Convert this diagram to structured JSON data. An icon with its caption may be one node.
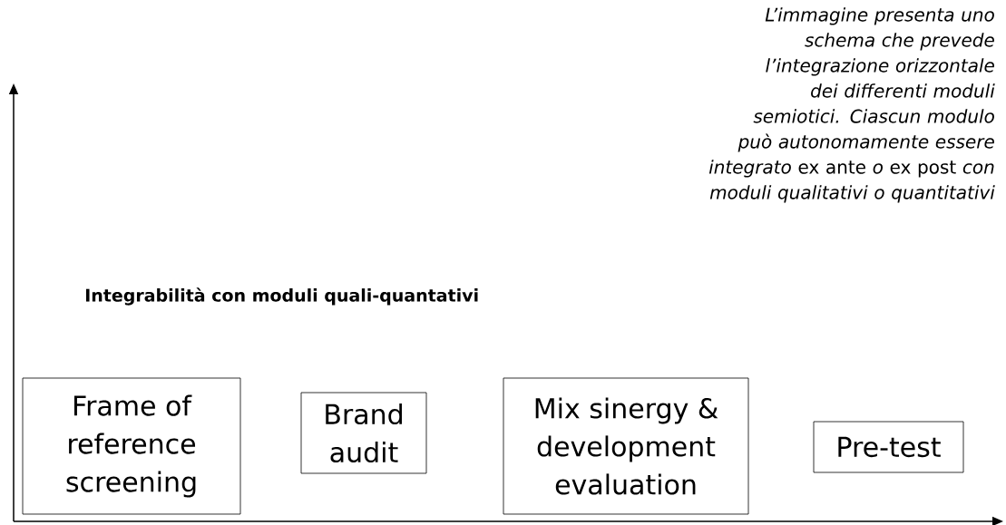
{
  "diagram": {
    "title": "Integrabilità con moduli quali-quantativi",
    "nodes": [
      {
        "text": [
          "Frame of reference screening"
        ]
      },
      {
        "text": [
          "Brand audit"
        ]
      },
      {
        "text": [
          "Mix sinergy & development evaluation"
        ]
      },
      {
        "text": [
          "Pre-test"
        ]
      }
    ],
    "labels": [
      "*L’immagine presenta uno schema che prevede l’integrazione orizzontale dei differenti moduli semiotici. Ciascun modulo può autonomamente essere integrato* ex ante *o* ex post *con moduli qualitativi o quantitativi*"
    ]
  }
}
